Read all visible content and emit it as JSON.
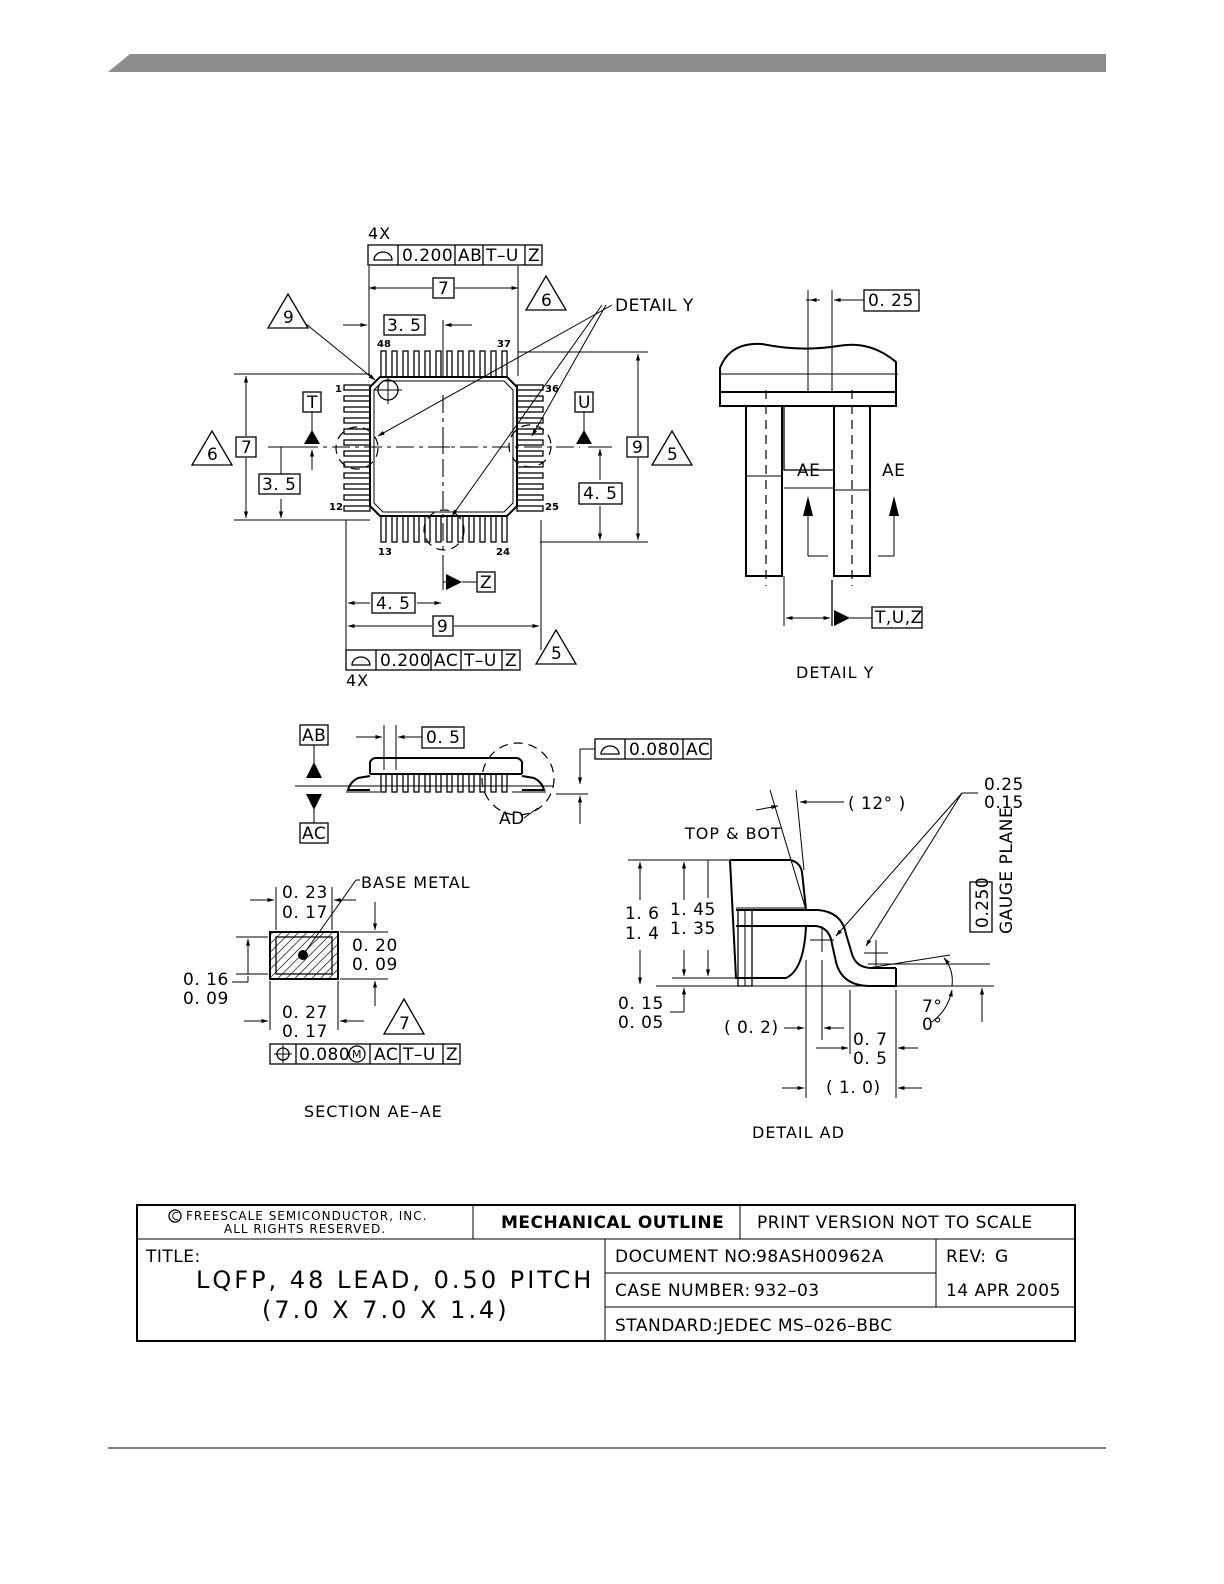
{
  "colors": {
    "header_bar": "#8c8c8c",
    "ink": "#000000"
  },
  "top_view": {
    "top_fcf": {
      "count": "4X",
      "symbol": "surface-profile-icon",
      "tol": "0.200",
      "ref1": "AB",
      "ref2": "T–U",
      "ref3": "Z"
    },
    "bottom_fcf": {
      "count": "4X",
      "symbol": "surface-profile-icon",
      "tol": "0.200",
      "ref1": "AC",
      "ref2": "T–U",
      "ref3": "Z"
    },
    "dims": {
      "width": "7",
      "half_top": "3. 5",
      "height": "7",
      "half_left": "3. 5",
      "overall_right": "9",
      "half_right": "4. 5",
      "half_bottom": "4. 5",
      "overall_bottom": "9"
    },
    "notes": {
      "n9": "9",
      "n6_top": "6",
      "n6_left": "6",
      "n5_right": "5",
      "n5_bottom": "5"
    },
    "datums": {
      "t": "T",
      "u": "U",
      "z": "Z"
    },
    "detail_label": "DETAIL Y",
    "pins": {
      "p1": "1",
      "p12": "12",
      "p13": "13",
      "p24": "24",
      "p25": "25",
      "p36": "36",
      "p37": "37",
      "p48": "48"
    }
  },
  "detail_y": {
    "dim": "0. 25",
    "section_left": "AE",
    "section_right": "AE",
    "datum": "T,U,Z",
    "title": "DETAIL Y"
  },
  "side_view": {
    "datum_top": "AB",
    "datum_bottom": "AC",
    "pitch": "0. 5",
    "fcf": {
      "symbol": "surface-profile-icon",
      "tol": "0.080",
      "ref": "AC"
    },
    "detail_ref": "AD"
  },
  "section_ae": {
    "title": "SECTION AE–AE",
    "base_metal": "BASE METAL",
    "dim_top_max": "0. 23",
    "dim_top_min": "0. 17",
    "dim_right_max": "0. 20",
    "dim_right_min": "0. 09",
    "dim_left_max": "0. 16",
    "dim_left_min": "0. 09",
    "dim_bottom_max": "0. 27",
    "dim_bottom_min": "0. 17",
    "note": "7",
    "fcf": {
      "symbol": "position-icon",
      "tol": "0.080",
      "modifier": "M",
      "ref1": "AC",
      "ref2": "T–U",
      "ref3": "Z"
    }
  },
  "detail_ad": {
    "title": "DETAIL AD",
    "top_bot": "TOP & BOT",
    "angle": "( 12° )",
    "r_max": "0.25",
    "r_min": "0.15",
    "gauge_plane": "GAUGE PLANE",
    "gauge_value": "0.250",
    "height_max": "1. 6",
    "height_min": "1. 4",
    "body_max": "1. 45",
    "body_min": "1. 35",
    "standoff_max": "0. 15",
    "standoff_min": "0. 05",
    "lead_ref": "( 0. 2)",
    "foot_max": "0. 7",
    "foot_min": "0. 5",
    "foot_ref": "( 1. 0)",
    "angle_max": "7°",
    "angle_min": "0°"
  },
  "title_block": {
    "copyright": "FREESCALE SEMICONDUCTOR,  INC.",
    "rights": "ALL RIGHTS RESERVED.",
    "heading": "MECHANICAL OUTLINE",
    "print_note": "PRINT VERSION NOT TO SCALE",
    "title_label": "TITLE:",
    "title_line1": "LQFP,  48 LEAD,  0.50 PITCH",
    "title_line2": "(7.0 X 7.0 X 1.4)",
    "doc_label": "DOCUMENT NO:",
    "doc_value": "98ASH00962A",
    "rev_label": "REV:",
    "rev_value": "G",
    "case_label": "CASE NUMBER:",
    "case_value": "932–03",
    "date": "14 APR 2005",
    "std_label": "STANDARD:",
    "std_value": "JEDEC MS–026–BBC"
  }
}
